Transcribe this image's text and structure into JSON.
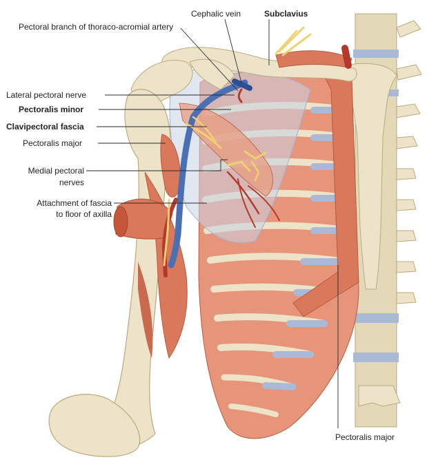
{
  "labels": {
    "cephalic_vein": "Cephalic vein",
    "subclavius": "Subclavius",
    "pectoral_branch": "Pectoral branch of thoraco-acromial artery",
    "lateral_pectoral_nerve": "Lateral pectoral nerve",
    "pectoralis_minor": "Pectoralis minor",
    "clavipectoral_fascia": "Clavipectoral fascia",
    "pectoralis_major_left": "Pectoralis major",
    "medial_pectoral_line1": "Medial pectoral",
    "medial_pectoral_line2": "nerves",
    "attachment_line1": "Attachment of fascia",
    "attachment_line2": "to floor of axilla",
    "pectoralis_major_bottom": "Pectoralis major"
  },
  "colors": {
    "bone": "#ece3c8",
    "bone_shadow": "#cdbf98",
    "muscle": "#d9785a",
    "muscle_light": "#e89c80",
    "muscle_dark": "#b95a3e",
    "fascia": "#c8d3e6",
    "cartilage": "#a9b9d6",
    "vein": "#4a6fb3",
    "nerve": "#f0d070",
    "artery": "#b33a2a"
  }
}
